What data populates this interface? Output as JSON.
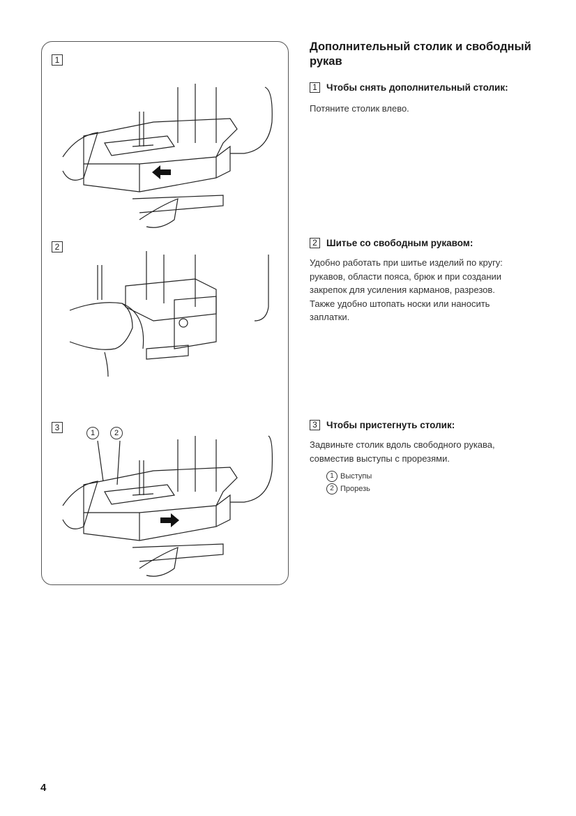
{
  "figures": [
    {
      "number": "1"
    },
    {
      "number": "2"
    },
    {
      "number": "3",
      "callouts": [
        "1",
        "2"
      ]
    }
  ],
  "title": "Дополнительный столик и свободный рукав",
  "sections": [
    {
      "number": "1",
      "heading": "Чтобы снять дополнительный столик:",
      "text": "Потяните столик влево."
    },
    {
      "number": "2",
      "heading": "Шитье со свободным рукавом:",
      "text": "Удобно работать при шитье изделий по кругу: рукавов, области пояса, брюк и при создании закрепок для усиления карманов, разрезов. Также удобно штопать носки или наносить заплатки."
    },
    {
      "number": "3",
      "heading": "Чтобы пристегнуть столик:",
      "text": "Задвиньте столик вдоль свободного рукава, совместив выступы с прорезями."
    }
  ],
  "legend": [
    {
      "num": "1",
      "label": "Выступы"
    },
    {
      "num": "2",
      "label": "Прорезь"
    }
  ],
  "page_number": "4"
}
